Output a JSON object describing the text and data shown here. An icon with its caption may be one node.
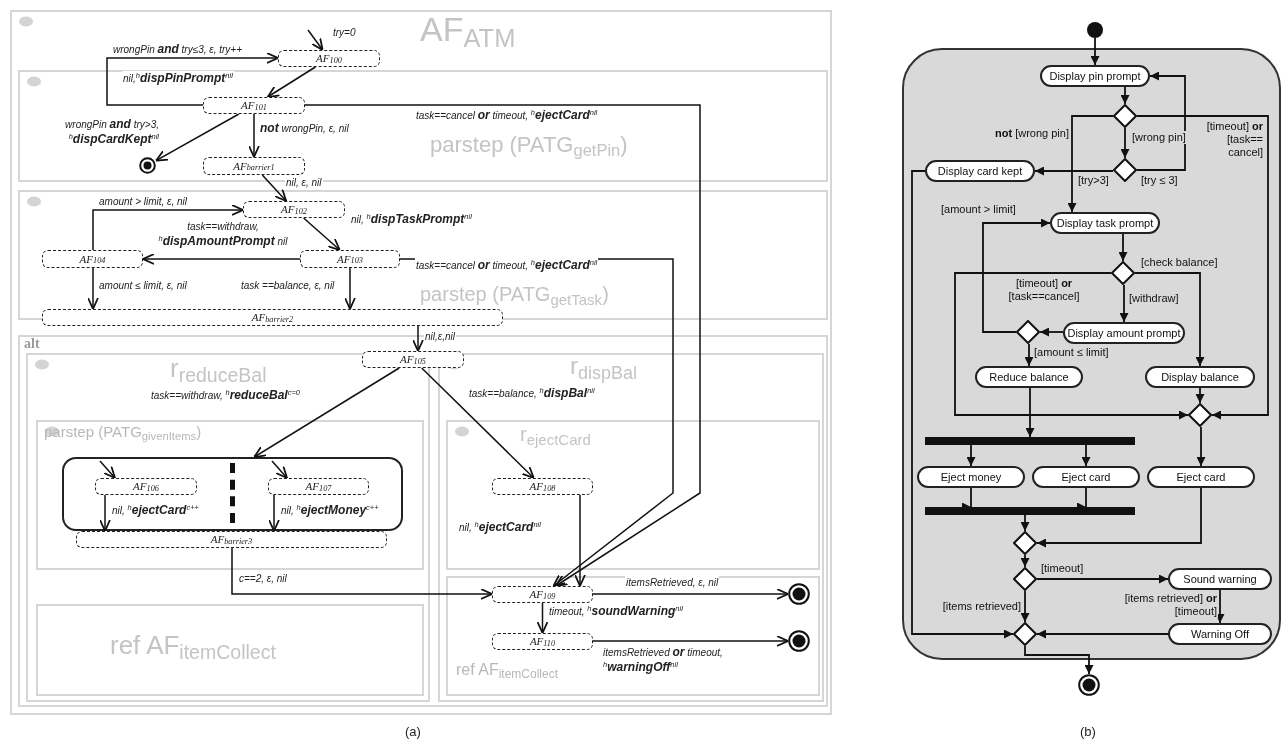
{
  "diagram": {
    "nodes": [
      {
        "text": [
          "AF$_{ATM}$"
        ]
      },
      {
        "text": [
          "AF$_{100}$"
        ],
        "in": 0
      },
      {
        "text": [
          "parstep (PATG$_{getPin}$)"
        ],
        "in": 0
      },
      {
        "text": [
          "AF$_{101}$"
        ],
        "in": 2
      },
      {
        "text": [],
        "shape": "circle",
        "in": 2
      },
      {
        "text": [
          "AF$_{barrier1}$"
        ],
        "in": 2
      },
      {
        "text": [
          "parstep (PATG$_{getTask}$)"
        ],
        "in": 0
      },
      {
        "text": [
          "AF$_{102}$"
        ],
        "in": 6
      },
      {
        "text": [
          "AF$_{104}$"
        ],
        "in": 6
      },
      {
        "text": [
          "AF$_{103}$"
        ],
        "in": 6
      },
      {
        "text": [
          "AF$_{barrier2}$"
        ],
        "in": 0
      },
      {
        "text": [
          "alt"
        ],
        "in": 0
      },
      {
        "text": [
          "AF$_{105}$"
        ],
        "in": 11
      },
      {
        "text": [
          "r$_{reduceBal}$"
        ],
        "in": 11
      },
      {
        "text": [
          "parstep (PATG$_{givenItems}$)"
        ],
        "in": 13
      },
      {
        "text": [],
        "shape": "box",
        "in": 14
      },
      {
        "text": [
          "AF$_{106}$"
        ],
        "in": 15
      },
      {
        "text": [
          "AF$_{107}$"
        ],
        "in": 15
      },
      {
        "text": [
          "AF$_{barrier3}$"
        ],
        "in": 14
      },
      {
        "text": [
          "ref AF$_{itemCollect}$"
        ],
        "in": 13
      },
      {
        "text": [
          "r$_{dispBal}$"
        ],
        "in": 11
      },
      {
        "text": [
          "r$_{ejectCard}$"
        ],
        "in": 20
      },
      {
        "text": [
          "AF$_{108}$"
        ],
        "in": 21
      },
      {
        "text": [
          "ref AF$_{itemCollect}$"
        ],
        "in": 20
      },
      {
        "text": [
          "AF$_{109}$"
        ],
        "in": 23
      },
      {
        "text": [
          "AF$_{110}$"
        ],
        "in": 23
      },
      {
        "text": [],
        "shape": "circle",
        "in": 23
      },
      {
        "text": [],
        "shape": "circle",
        "in": 23
      },
      {
        "text": [],
        "shape": "circle"
      },
      {
        "text": [],
        "shape": "box"
      },
      {
        "text": [
          "Display pin prompt"
        ],
        "in": 29
      },
      {
        "text": [],
        "shape": "diamond",
        "in": 29
      },
      {
        "text": [],
        "shape": "diamond",
        "in": 29
      },
      {
        "text": [
          "Display card kept"
        ],
        "in": 29
      },
      {
        "text": [
          "Display task prompt"
        ],
        "in": 29
      },
      {
        "text": [],
        "shape": "diamond",
        "in": 29
      },
      {
        "text": [],
        "shape": "diamond",
        "in": 29
      },
      {
        "text": [
          "Display amount prompt"
        ],
        "in": 29
      },
      {
        "text": [
          "Reduce balance"
        ],
        "in": 29
      },
      {
        "text": [
          "Display balance"
        ],
        "in": 29
      },
      {
        "text": [],
        "shape": "diamond",
        "in": 29
      },
      {
        "text": [],
        "shape": "bar",
        "in": 29
      },
      {
        "text": [
          "Eject money"
        ],
        "in": 29
      },
      {
        "text": [
          "Eject card"
        ],
        "in": 29
      },
      {
        "text": [
          "Eject card"
        ],
        "in": 29
      },
      {
        "text": [],
        "shape": "bar",
        "in": 29
      },
      {
        "text": [],
        "shape": "diamond",
        "in": 29
      },
      {
        "text": [],
        "shape": "diamond",
        "in": 29
      },
      {
        "text": [
          "Sound warning"
        ],
        "in": 29
      },
      {
        "text": [],
        "shape": "diamond",
        "in": 29
      },
      {
        "text": [
          "Warning Off"
        ],
        "in": 29
      },
      {
        "text": [],
        "shape": "circle"
      }
    ],
    "edges": [
      {
        "from": null,
        "to": 1,
        "arrow": "to",
        "label": "try=0"
      },
      {
        "from": 3,
        "to": 1,
        "arrow": "to",
        "label": "wrongPin **and** try≤3, ε, try++"
      },
      {
        "from": 1,
        "to": 3,
        "arrow": "to",
        "label": "nil,$^{h}$**dispPinPrompt**$^{nil}$"
      },
      {
        "from": 3,
        "to": 4,
        "arrow": "to",
        "label": "wrongPin **and** try>3, $^{h}$**dispCardKept**$^{nil}$"
      },
      {
        "from": 3,
        "to": 5,
        "arrow": "to",
        "label": "**not** wrongPin, ε, nil"
      },
      {
        "from": 3,
        "to": 24,
        "arrow": "to",
        "label": "task==cancel **or** timeout, $^{h}$**ejectCard**$^{nil}$"
      },
      {
        "from": 5,
        "to": 7,
        "arrow": "to",
        "label": "nil, ε, nil"
      },
      {
        "from": 7,
        "to": 9,
        "arrow": "to",
        "label": "nil, $^{h}$**dispTaskPrompt**$^{nil}$"
      },
      {
        "from": 8,
        "to": 7,
        "arrow": "to",
        "label": "amount > limit, ε, nil"
      },
      {
        "from": 9,
        "to": 8,
        "arrow": "to",
        "label": "task==withdraw, $^{h}$**dispAmountPrompt** nil"
      },
      {
        "from": 9,
        "to": 24,
        "arrow": "to",
        "label": "task==cancel **or** timeout, $^{h}$**ejectCard**$^{nil}$"
      },
      {
        "from": 8,
        "to": 10,
        "arrow": "to",
        "label": "amount ≤ limit, ε, nil"
      },
      {
        "from": 9,
        "to": 10,
        "arrow": "to",
        "label": "task ==balance, ε, nil"
      },
      {
        "from": 10,
        "to": 12,
        "arrow": "to",
        "label": "nil,ε,nil"
      },
      {
        "from": 12,
        "to": 15,
        "arrow": "to",
        "label": "task==withdraw, $^{h}$**reduceBal**$^{c=0}$"
      },
      {
        "from": 12,
        "to": 22,
        "arrow": "to",
        "label": "task==balance, $^{h}$**dispBal**$^{nil}$"
      },
      {
        "from": null,
        "to": 16,
        "arrow": "to"
      },
      {
        "from": null,
        "to": 17,
        "arrow": "to"
      },
      {
        "from": 16,
        "to": 18,
        "arrow": "to",
        "label": "nil, $^{h}$**ejectCard**$^{c++}$"
      },
      {
        "from": 17,
        "to": 18,
        "arrow": "to",
        "label": "nil, $^{h}$**ejectMoney**$^{c++}$"
      },
      {
        "from": 18,
        "to": 24,
        "arrow": "to",
        "label": "c==2, ε, nil"
      },
      {
        "from": 22,
        "to": 24,
        "arrow": "to",
        "label": "nil, $^{h}$**ejectCard**$^{nil}$"
      },
      {
        "from": 24,
        "to": 26,
        "arrow": "to",
        "label": "itemsRetrieved, ε, nil"
      },
      {
        "from": 24,
        "to": 25,
        "arrow": "to",
        "label": "timeout, $^{h}$**soundWarning**$^{nil}$"
      },
      {
        "from": 25,
        "to": 27,
        "arrow": "to",
        "label": "itemsRetrieved **or** timeout, $^{h}$**warningOff**$^{nil}$"
      },
      {
        "from": 28,
        "to": 30,
        "arrow": "to"
      },
      {
        "from": 30,
        "to": 31,
        "arrow": "to"
      },
      {
        "from": 31,
        "to": 32,
        "arrow": "to",
        "label": "[wrong pin]"
      },
      {
        "from": 32,
        "to": 30,
        "arrow": "to",
        "label": "[try ≤ 3]"
      },
      {
        "from": 32,
        "to": 33,
        "arrow": "to",
        "label": "[try>3]"
      },
      {
        "from": 31,
        "to": 34,
        "arrow": "to",
        "label": "**not** [wrong pin]"
      },
      {
        "from": 31,
        "to": 40,
        "arrow": "to",
        "label": "[timeout] **or** [task== cancel]"
      },
      {
        "from": 33,
        "to": 49,
        "arrow": "to"
      },
      {
        "from": 36,
        "to": 34,
        "arrow": "to",
        "label": "[amount > limit]"
      },
      {
        "from": 34,
        "to": 35,
        "arrow": "to"
      },
      {
        "from": 35,
        "to": 37,
        "arrow": "to",
        "label": "[withdraw]"
      },
      {
        "from": 35,
        "to": 39,
        "arrow": "to",
        "label": "[check balance]"
      },
      {
        "from": 35,
        "to": 40,
        "arrow": "to",
        "label": "[timeout] **or** [task==cancel]"
      },
      {
        "from": 37,
        "to": 36,
        "arrow": "to"
      },
      {
        "from": 36,
        "to": 38,
        "arrow": "to",
        "label": "[amount ≤ limit]"
      },
      {
        "from": 38,
        "to": 41,
        "arrow": "to"
      },
      {
        "from": 39,
        "to": 40,
        "arrow": "to"
      },
      {
        "from": 41,
        "to": 42,
        "arrow": "to"
      },
      {
        "from": 41,
        "to": 43,
        "arrow": "to"
      },
      {
        "from": 42,
        "to": 45,
        "arrow": "to"
      },
      {
        "from": 43,
        "to": 45,
        "arrow": "to"
      },
      {
        "from": 45,
        "to": 46,
        "arrow": "to"
      },
      {
        "from": 40,
        "to": 44,
        "arrow": "to"
      },
      {
        "from": 44,
        "to": 46,
        "arrow": "to"
      },
      {
        "from": 46,
        "to": 47,
        "arrow": "to"
      },
      {
        "from": 47,
        "to": 48,
        "arrow": "to",
        "label": "[timeout]"
      },
      {
        "from": 47,
        "to": 49,
        "arrow": "to",
        "label": "[items retrieved]"
      },
      {
        "from": 48,
        "to": 50,
        "arrow": "to",
        "label": "[items retrieved] **or** [timeout]"
      },
      {
        "from": 50,
        "to": 49,
        "arrow": "to"
      },
      {
        "from": 49,
        "to": 51,
        "arrow": "to"
      }
    ],
    "labels": [
      "(a)",
      "(b)"
    ]
  }
}
